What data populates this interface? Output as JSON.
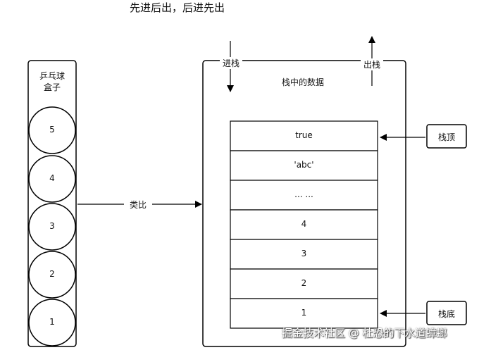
{
  "title": "先进后出，后进先出",
  "box": {
    "label_line1": "乒乓球",
    "label_line2": "盒子"
  },
  "balls": [
    "5",
    "4",
    "3",
    "2",
    "1"
  ],
  "analogy_label": "类比",
  "stack": {
    "title": "栈中的数据",
    "push_label": "进栈",
    "pop_label": "出栈",
    "cells": [
      "true",
      "'abc'",
      "... ...",
      "4",
      "3",
      "2",
      "1"
    ],
    "top_label": "栈顶",
    "bottom_label": "栈底"
  },
  "watermark": "掘金技术社区 @ 杜恐的下水道蟑螂"
}
